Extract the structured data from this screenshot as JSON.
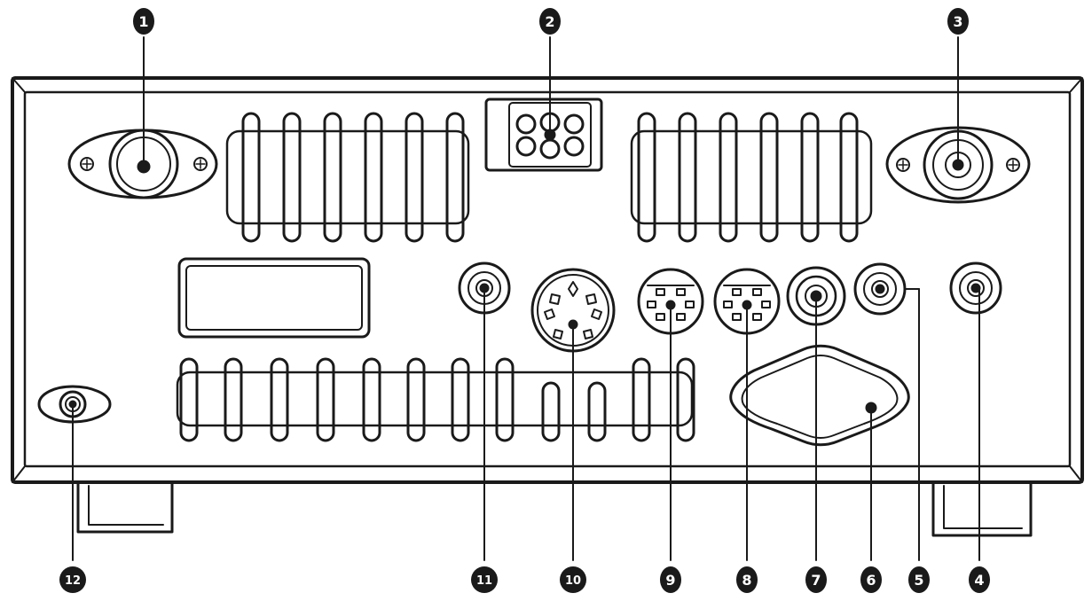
{
  "callouts": [
    {
      "id": 1,
      "text": "1"
    },
    {
      "id": 2,
      "text": "2"
    },
    {
      "id": 3,
      "text": "3"
    },
    {
      "id": 4,
      "text": "4"
    },
    {
      "id": 5,
      "text": "5"
    },
    {
      "id": 6,
      "text": "6"
    },
    {
      "id": 7,
      "text": "7"
    },
    {
      "id": 8,
      "text": "8"
    },
    {
      "id": 9,
      "text": "9"
    },
    {
      "id": 10,
      "text": "10"
    },
    {
      "id": 11,
      "text": "11"
    },
    {
      "id": 12,
      "text": "12"
    }
  ],
  "colors": {
    "ink": "#1a1a1a",
    "paper": "#ffffff"
  }
}
